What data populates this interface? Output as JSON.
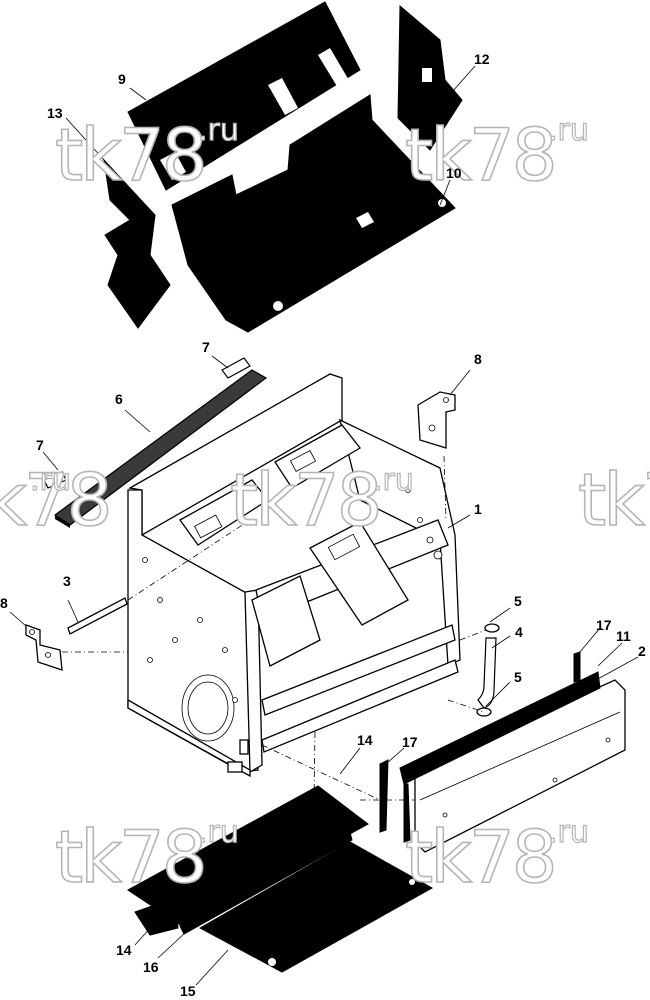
{
  "watermark": {
    "text": "tk78",
    "suffix": ".ru"
  },
  "callouts": [
    "1",
    "2",
    "3",
    "4",
    "5",
    "5",
    "6",
    "7",
    "7",
    "8",
    "8",
    "9",
    "10",
    "11",
    "12",
    "13",
    "14",
    "14",
    "15",
    "16",
    "17",
    "17"
  ],
  "colors": {
    "ink": "#000000",
    "watermark_outline": "#b5b5b5",
    "background": "#ffffff"
  }
}
